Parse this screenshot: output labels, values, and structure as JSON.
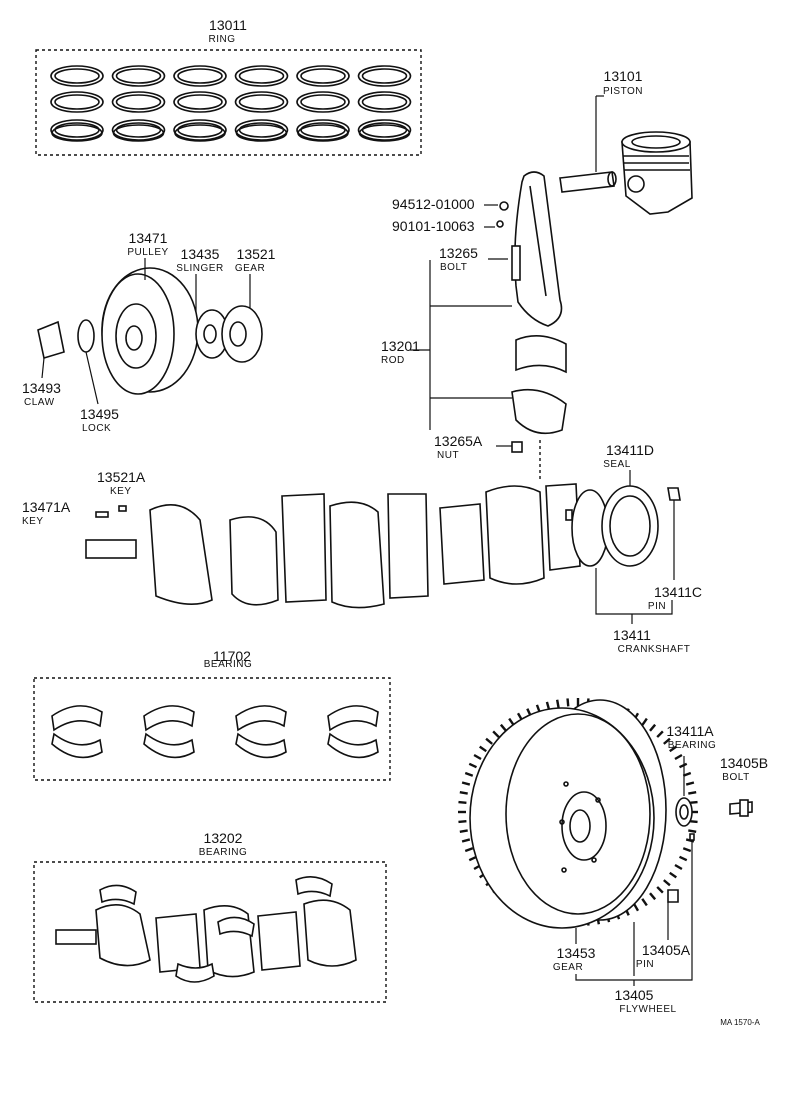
{
  "parts": {
    "ring": {
      "number": "13011",
      "name": "RING"
    },
    "piston": {
      "number": "13101",
      "name": "PISTON"
    },
    "pin_94512": {
      "number": "94512-01000"
    },
    "bolt_90101": {
      "number": "90101-10063"
    },
    "rod_bolt": {
      "number": "13265",
      "name": "BOLT"
    },
    "rod": {
      "number": "13201",
      "name": "ROD"
    },
    "rod_nut": {
      "number": "13265A",
      "name": "NUT"
    },
    "pulley": {
      "number": "13471",
      "name": "PULLEY"
    },
    "slinger": {
      "number": "13435",
      "name": "SLINGER"
    },
    "gear_13521": {
      "number": "13521",
      "name": "GEAR"
    },
    "claw": {
      "number": "13493",
      "name": "CLAW"
    },
    "lock": {
      "number": "13495",
      "name": "LOCK"
    },
    "key_13521a": {
      "number": "13521A",
      "name": "KEY"
    },
    "key_13471a": {
      "number": "13471A",
      "name": "KEY"
    },
    "seal": {
      "number": "13411D",
      "name": "SEAL"
    },
    "pin_13411c": {
      "number": "13411C",
      "name": "PIN"
    },
    "crankshaft": {
      "number": "13411",
      "name": "CRANKSHAFT"
    },
    "bearing_11702": {
      "number": "11702",
      "name": "BEARING"
    },
    "bearing_13411a": {
      "number": "13411A",
      "name": "BEARING"
    },
    "bolt_13405b": {
      "number": "13405B",
      "name": "BOLT"
    },
    "bearing_13202": {
      "number": "13202",
      "name": "BEARING"
    },
    "ring_gear": {
      "number": "13453",
      "name": "GEAR"
    },
    "pin_13405a": {
      "number": "13405A",
      "name": "PIN"
    },
    "flywheel": {
      "number": "13405",
      "name": "FLYWHEEL"
    }
  },
  "figure_code": "MA 1570-A"
}
